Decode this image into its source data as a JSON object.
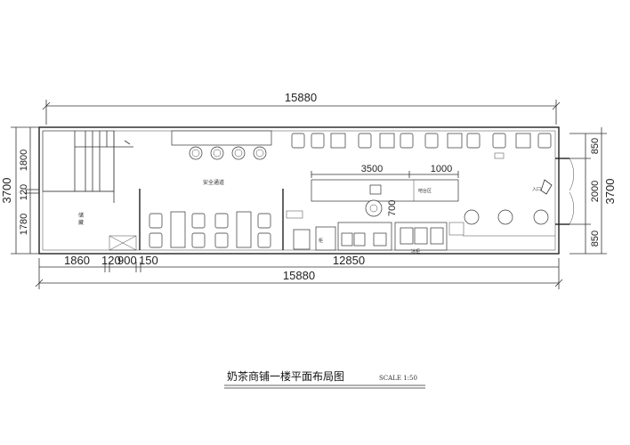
{
  "dimensions": {
    "top_overall": "15880",
    "bottom_overall": "15880",
    "bottom_seg_1": "1860",
    "bottom_seg_2": "120",
    "bottom_seg_3": "900",
    "bottom_seg_4": "150",
    "bottom_seg_5": "12850",
    "left_overall": "3700",
    "left_seg_1": "1800",
    "left_seg_2": "120",
    "left_seg_3": "1780",
    "right_overall": "3700",
    "right_seg_1": "850",
    "right_seg_2": "2000",
    "right_seg_3": "850",
    "counter_len": "3500",
    "counter_ext": "1000",
    "counter_depth": "700"
  },
  "rooms": {
    "left_room": "储",
    "left_room_2": "藏",
    "aisle": "安全通道",
    "entrance": "入口",
    "counter_label": "吧台区",
    "cabinet": "柜",
    "fridge": "冰柜"
  },
  "title": {
    "main": "奶茶商铺一楼平面布局图",
    "scale": "SCALE 1:50"
  }
}
